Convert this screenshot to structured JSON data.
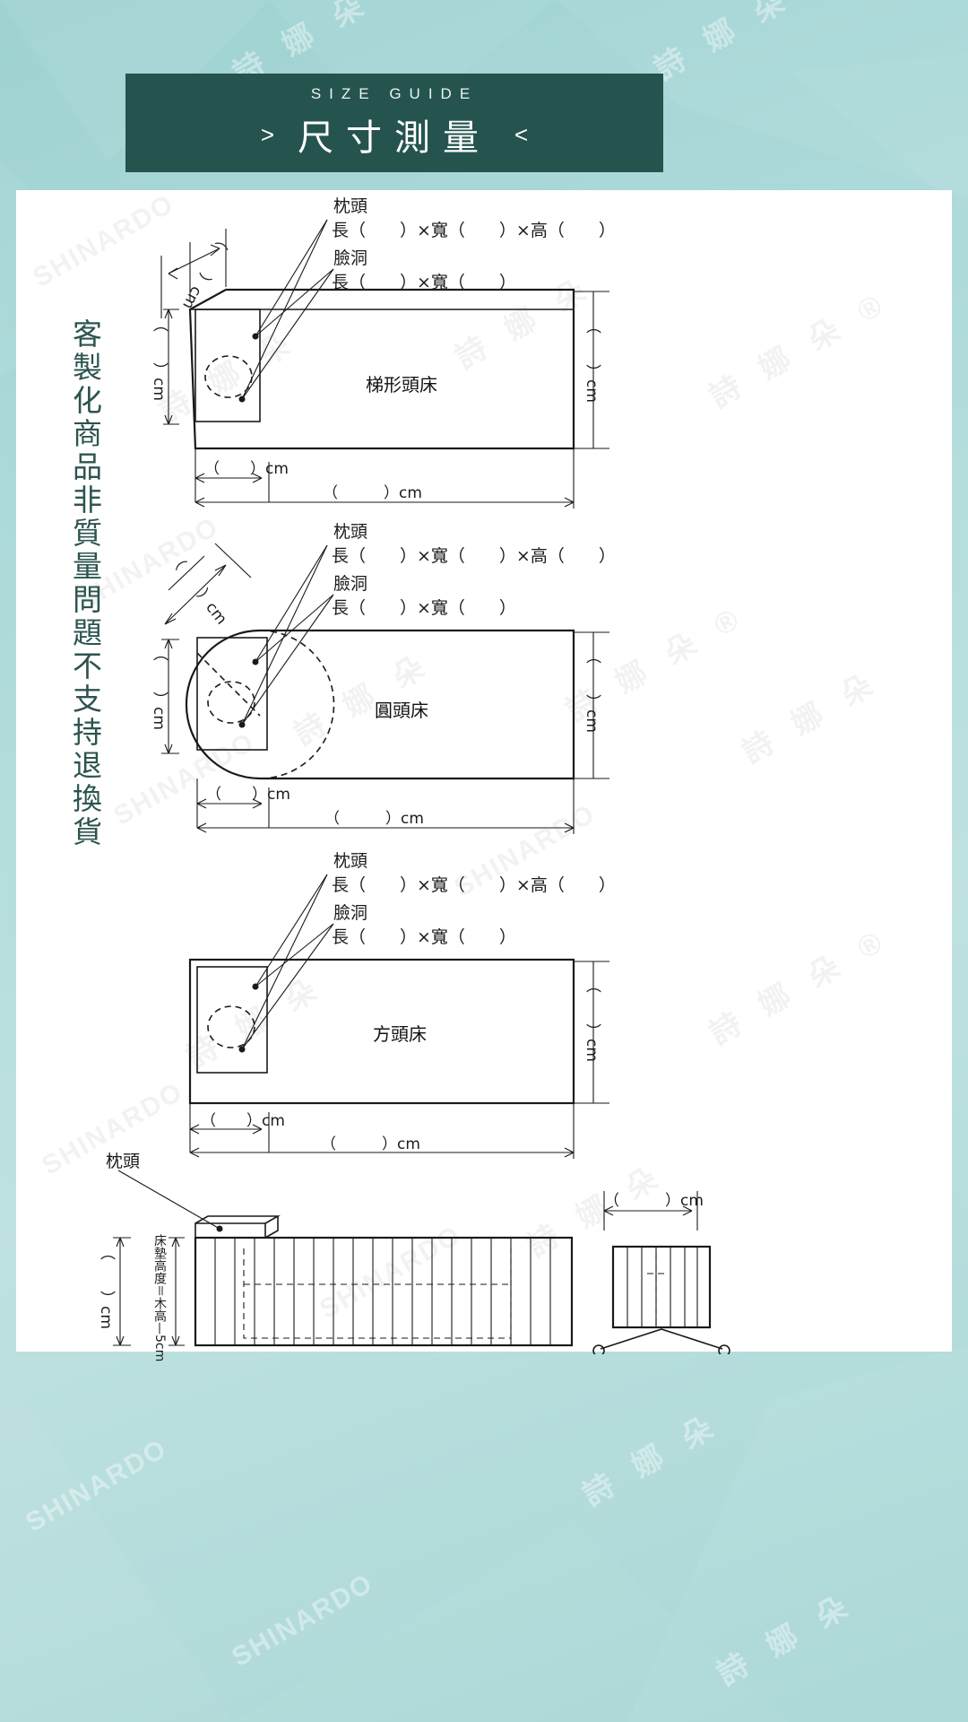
{
  "header": {
    "eyebrow": "SIZE GUIDE",
    "title": "尺寸測量",
    "chevron_left": ">",
    "chevron_right": "<"
  },
  "side_note": {
    "text": "客製化商品非質量問題不支持退換貨"
  },
  "colors": {
    "header_bg": "#25544f",
    "page_bg": "#aedada",
    "card_bg": "#ffffff",
    "text_dark": "#2c5450",
    "line": "#1a1a1a"
  },
  "watermark": {
    "brand": "SHINARDO",
    "brand_cn": "詩 娜 朵",
    "mark": "®"
  },
  "labels": {
    "pillow": "枕頭",
    "face_hole": "臉洞",
    "dim_lwh": "長（　　）×寬（　　）×高（　　）",
    "dim_lw": "長（　　）×寬（　　）",
    "cm": "cm",
    "paren_cm": "（　　　）cm",
    "mattress_height_note": "床墊高度＝木高—5cm"
  },
  "beds": [
    {
      "id": "trapezoid",
      "name": "梯形頭床",
      "pillow_label": "枕頭",
      "pillow_dims": "長（　　）×寬（　　）×高（　　）",
      "face_hole_label": "臉洞",
      "face_hole_dims": "長（　　）×寬（　　）",
      "dim_head_width": "（　　）cm",
      "dim_head_height": "（　　）cm",
      "dim_total_height": "（　　）cm",
      "dim_front_width": "（　　）cm",
      "dim_total_length": "（　　　）cm"
    },
    {
      "id": "round",
      "name": "圓頭床",
      "pillow_label": "枕頭",
      "pillow_dims": "長（　　）×寬（　　）×高（　　）",
      "face_hole_label": "臉洞",
      "face_hole_dims": "長（　　）×寬（　　）",
      "dim_head_width": "（　　）cm",
      "dim_head_height": "（　　）cm",
      "dim_total_height": "（　　）cm",
      "dim_front_width": "（　　）cm",
      "dim_total_length": "（　　　）cm"
    },
    {
      "id": "square",
      "name": "方頭床",
      "pillow_label": "枕頭",
      "pillow_dims": "長（　　）×寬（　　）×高（　　）",
      "face_hole_label": "臉洞",
      "face_hole_dims": "長（　　）×寬（　　）",
      "dim_head_height": "（　　）cm",
      "dim_total_height": "（　　）cm",
      "dim_front_width": "（　　）cm",
      "dim_total_length": "（　　　）cm"
    }
  ],
  "bottom": {
    "pillow_label": "枕頭",
    "dim_height": "（　　）cm",
    "height_note": "床墊高度＝木高—5cm",
    "dim_leg_width": "（　　　）cm"
  }
}
